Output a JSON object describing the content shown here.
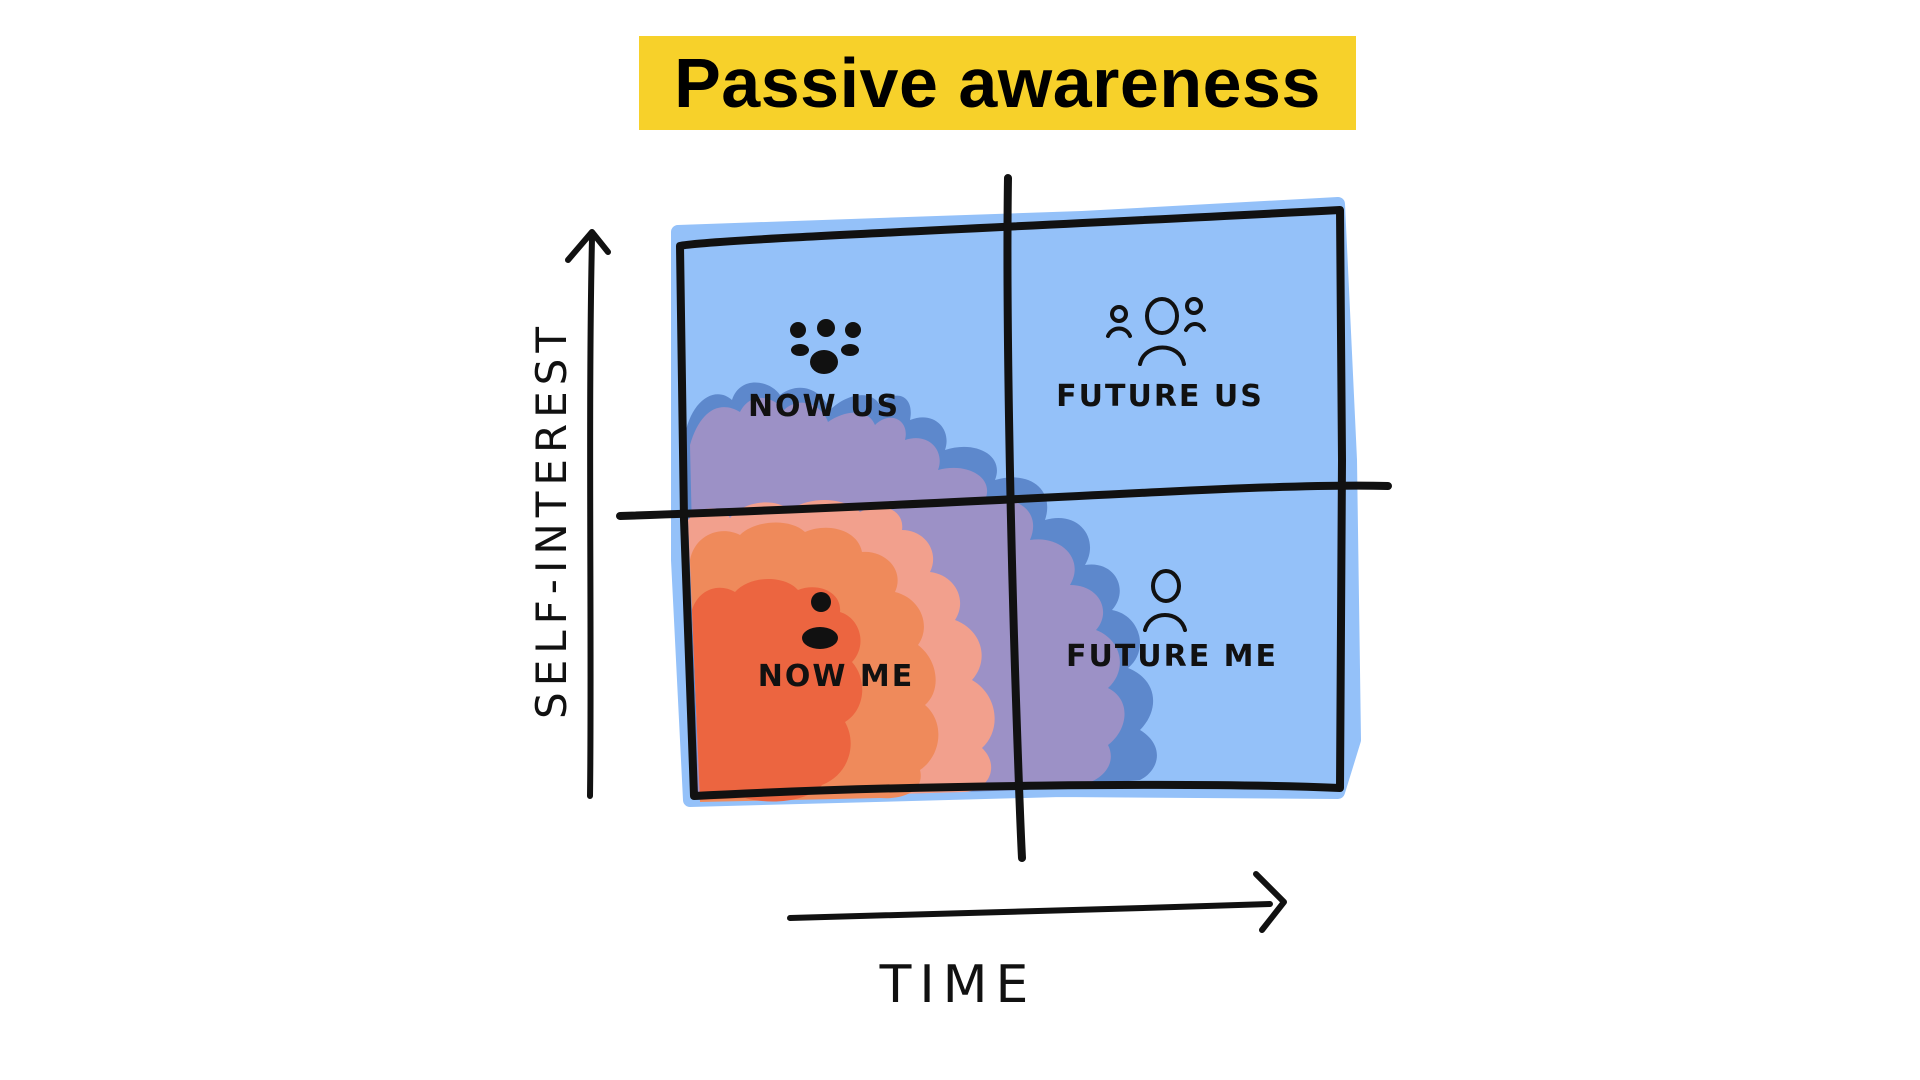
{
  "title": "Passive awareness",
  "colors": {
    "title_highlight": "#f7d12a",
    "quadrant_blue": "#94c1f9",
    "blue_edge": "#5d88cc",
    "overlap_purple": "#9c91c6",
    "warm_light": "#f2a08d",
    "warm_mid": "#ef8a5b",
    "warm_core": "#ec6540",
    "ink": "#111111"
  },
  "axes": {
    "y_label": "SELF-INTEREST",
    "x_label": "TIME"
  },
  "quadrants": {
    "top_left": {
      "label": "NOW US",
      "icon": "group-of-people-icon"
    },
    "top_right": {
      "label": "FUTURE US",
      "icon": "future-group-icon"
    },
    "bottom_left": {
      "label": "NOW ME",
      "icon": "person-icon"
    },
    "bottom_right": {
      "label": "FUTURE ME",
      "icon": "future-person-icon"
    }
  }
}
